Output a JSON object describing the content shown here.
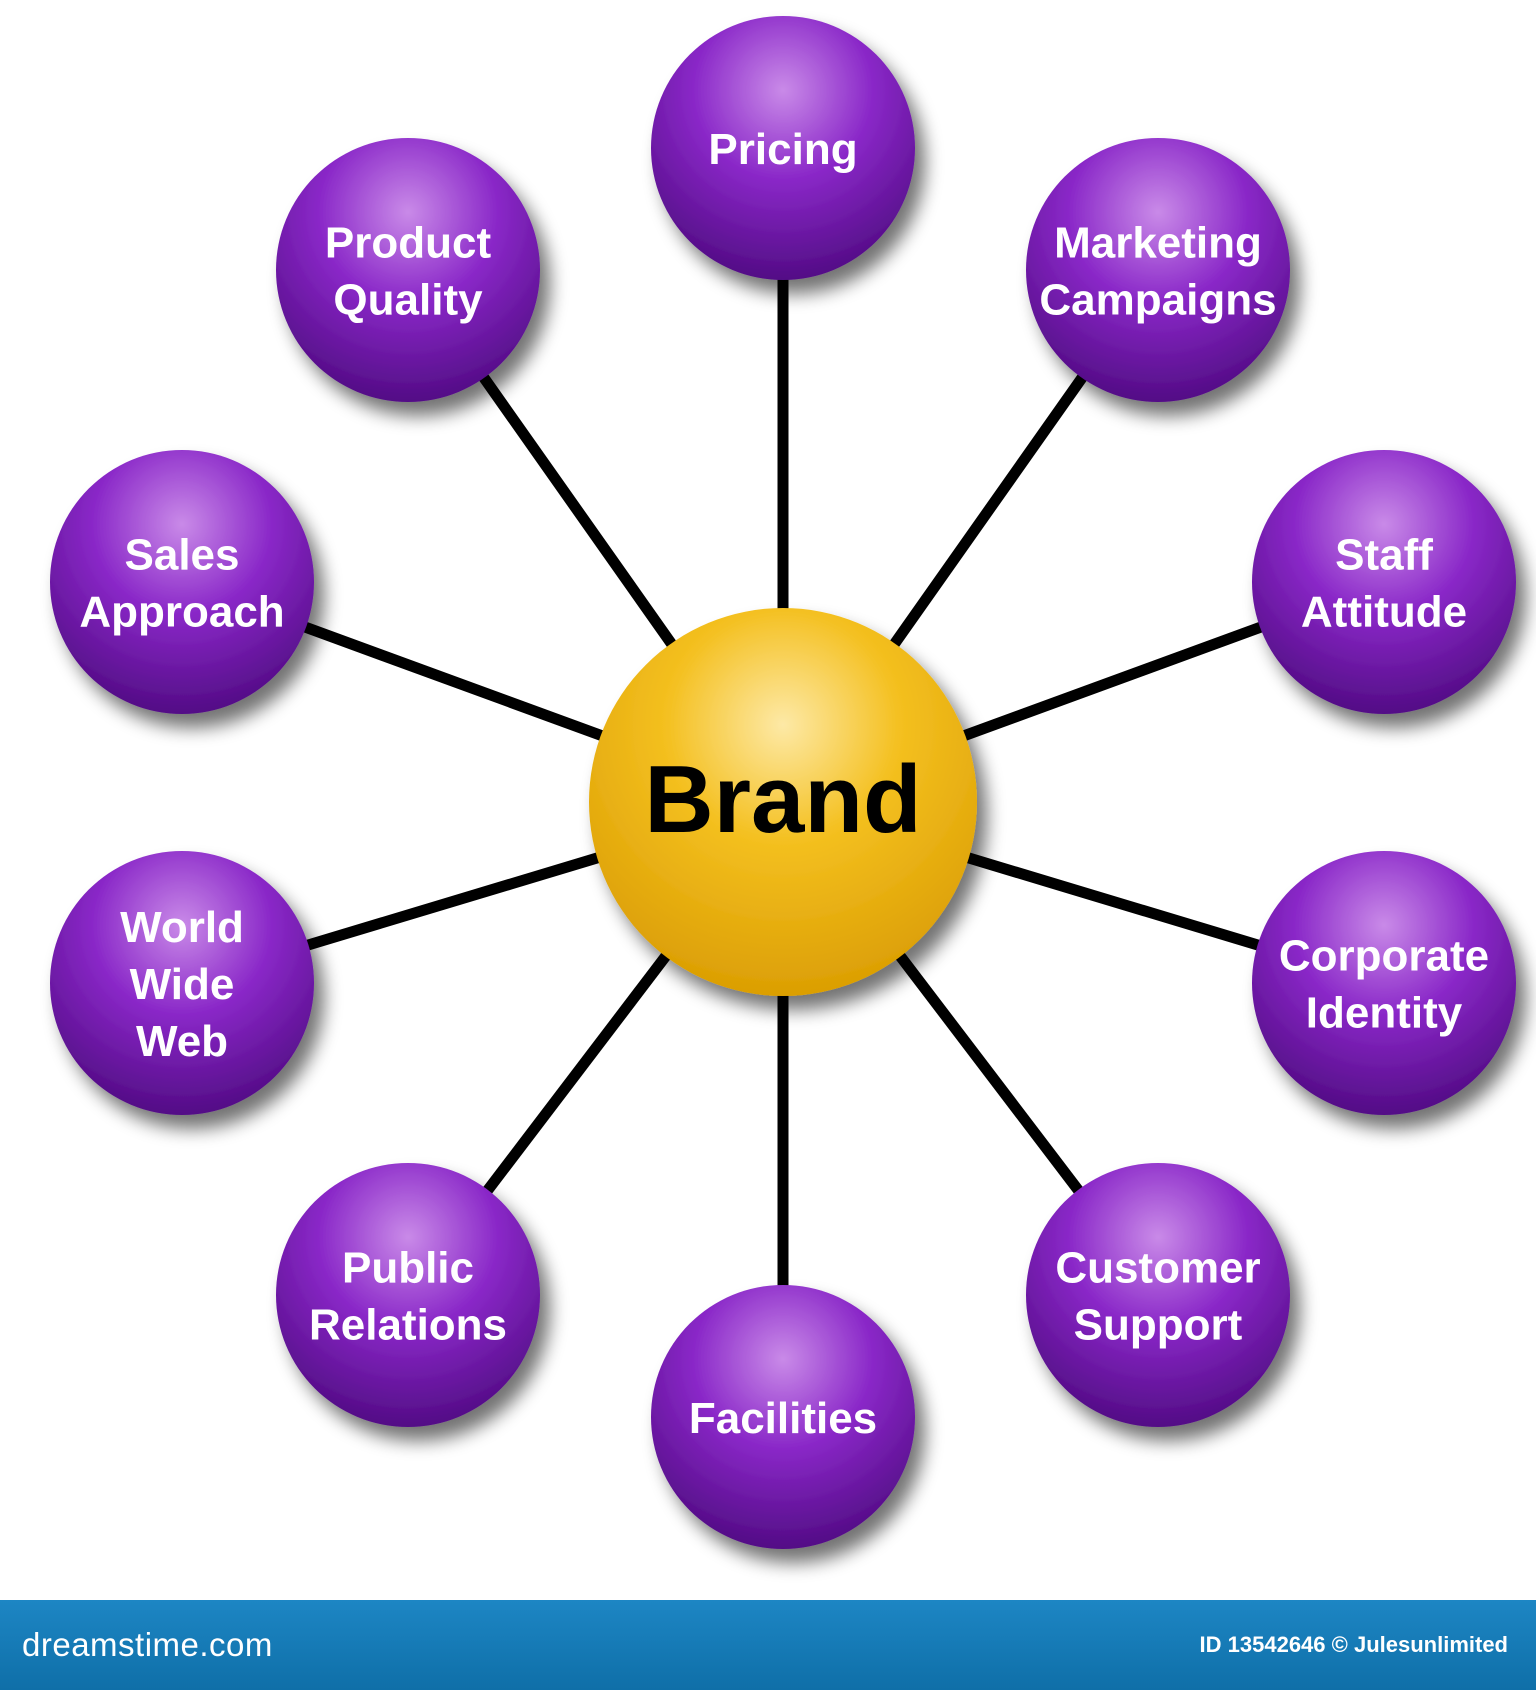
{
  "diagram": {
    "hub": {
      "label": "Brand"
    },
    "nodes": [
      {
        "lines": [
          "Pricing"
        ]
      },
      {
        "lines": [
          "Marketing",
          "Campaigns"
        ]
      },
      {
        "lines": [
          "Staff",
          "Attitude"
        ]
      },
      {
        "lines": [
          "Corporate",
          "Identity"
        ]
      },
      {
        "lines": [
          "Customer",
          "Support"
        ]
      },
      {
        "lines": [
          "Facilities"
        ]
      },
      {
        "lines": [
          "Public",
          "Relations"
        ]
      },
      {
        "lines": [
          "World",
          "Wide",
          "Web"
        ]
      },
      {
        "lines": [
          "Sales",
          "Approach"
        ]
      },
      {
        "lines": [
          "Product",
          "Quality"
        ]
      }
    ],
    "colors": {
      "node": "#7a18b8",
      "node_highlight": "#c27ee8",
      "node_dark": "#4a0878",
      "hub": "#f2b90c",
      "hub_highlight": "#fde9a6",
      "hub_dark": "#d89a00",
      "connector": "#000000"
    }
  },
  "footer": {
    "site": "dreamstime.com",
    "id_text": "ID 13542646 © Julesunlimited"
  }
}
